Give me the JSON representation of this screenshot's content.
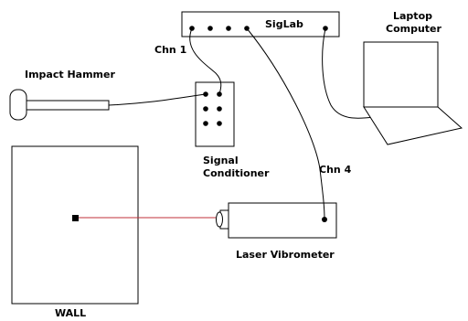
{
  "labels": {
    "siglab": "SigLab",
    "laptop_line1": "Laptop",
    "laptop_line2": "Computer",
    "chn1": "Chn 1",
    "chn4": "Chn 4",
    "impact_hammer": "Impact Hammer",
    "signal_line1": "Signal",
    "signal_line2": "Conditioner",
    "laser": "Laser Vibrometer",
    "wall": "WALL"
  },
  "colors": {
    "laser_beam": "#c0303a"
  }
}
